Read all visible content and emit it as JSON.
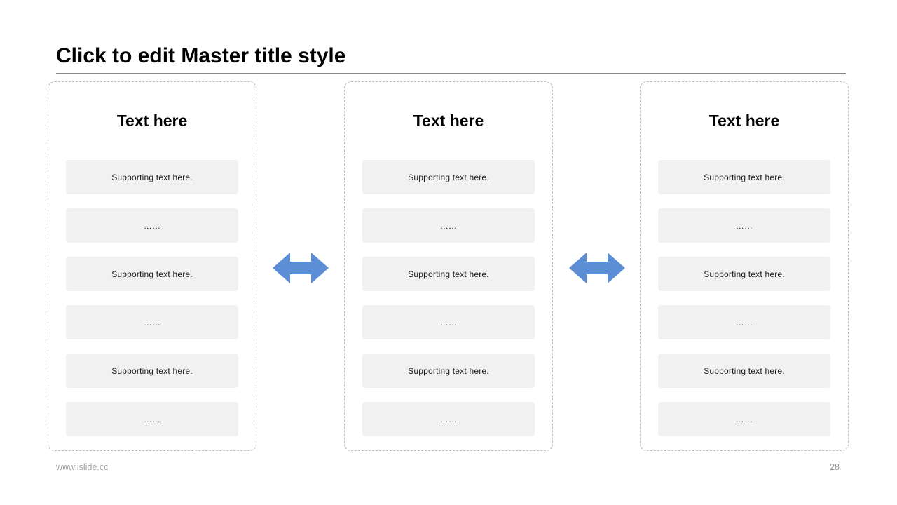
{
  "slide": {
    "title": "Click to edit Master title style",
    "footer_url": "www.islide.cc",
    "page_number": "28"
  },
  "colors": {
    "arrow_blue": "#5B8ED5",
    "box_fill": "#f1f1f1",
    "dashed_border": "#bdbdbd",
    "divider_gray": "#8a8a8a"
  },
  "icons": [
    "left-right-arrow-icon"
  ],
  "columns": [
    {
      "heading": "Text here",
      "rows": [
        "Supporting text here.",
        "……",
        "Supporting text here.",
        "……",
        "Supporting text here.",
        "……"
      ]
    },
    {
      "heading": "Text here",
      "rows": [
        "Supporting text here.",
        "……",
        "Supporting text here.",
        "……",
        "Supporting text here.",
        "……"
      ]
    },
    {
      "heading": "Text here",
      "rows": [
        "Supporting text here.",
        "……",
        "Supporting text here.",
        "……",
        "Supporting text here.",
        "……"
      ]
    }
  ]
}
